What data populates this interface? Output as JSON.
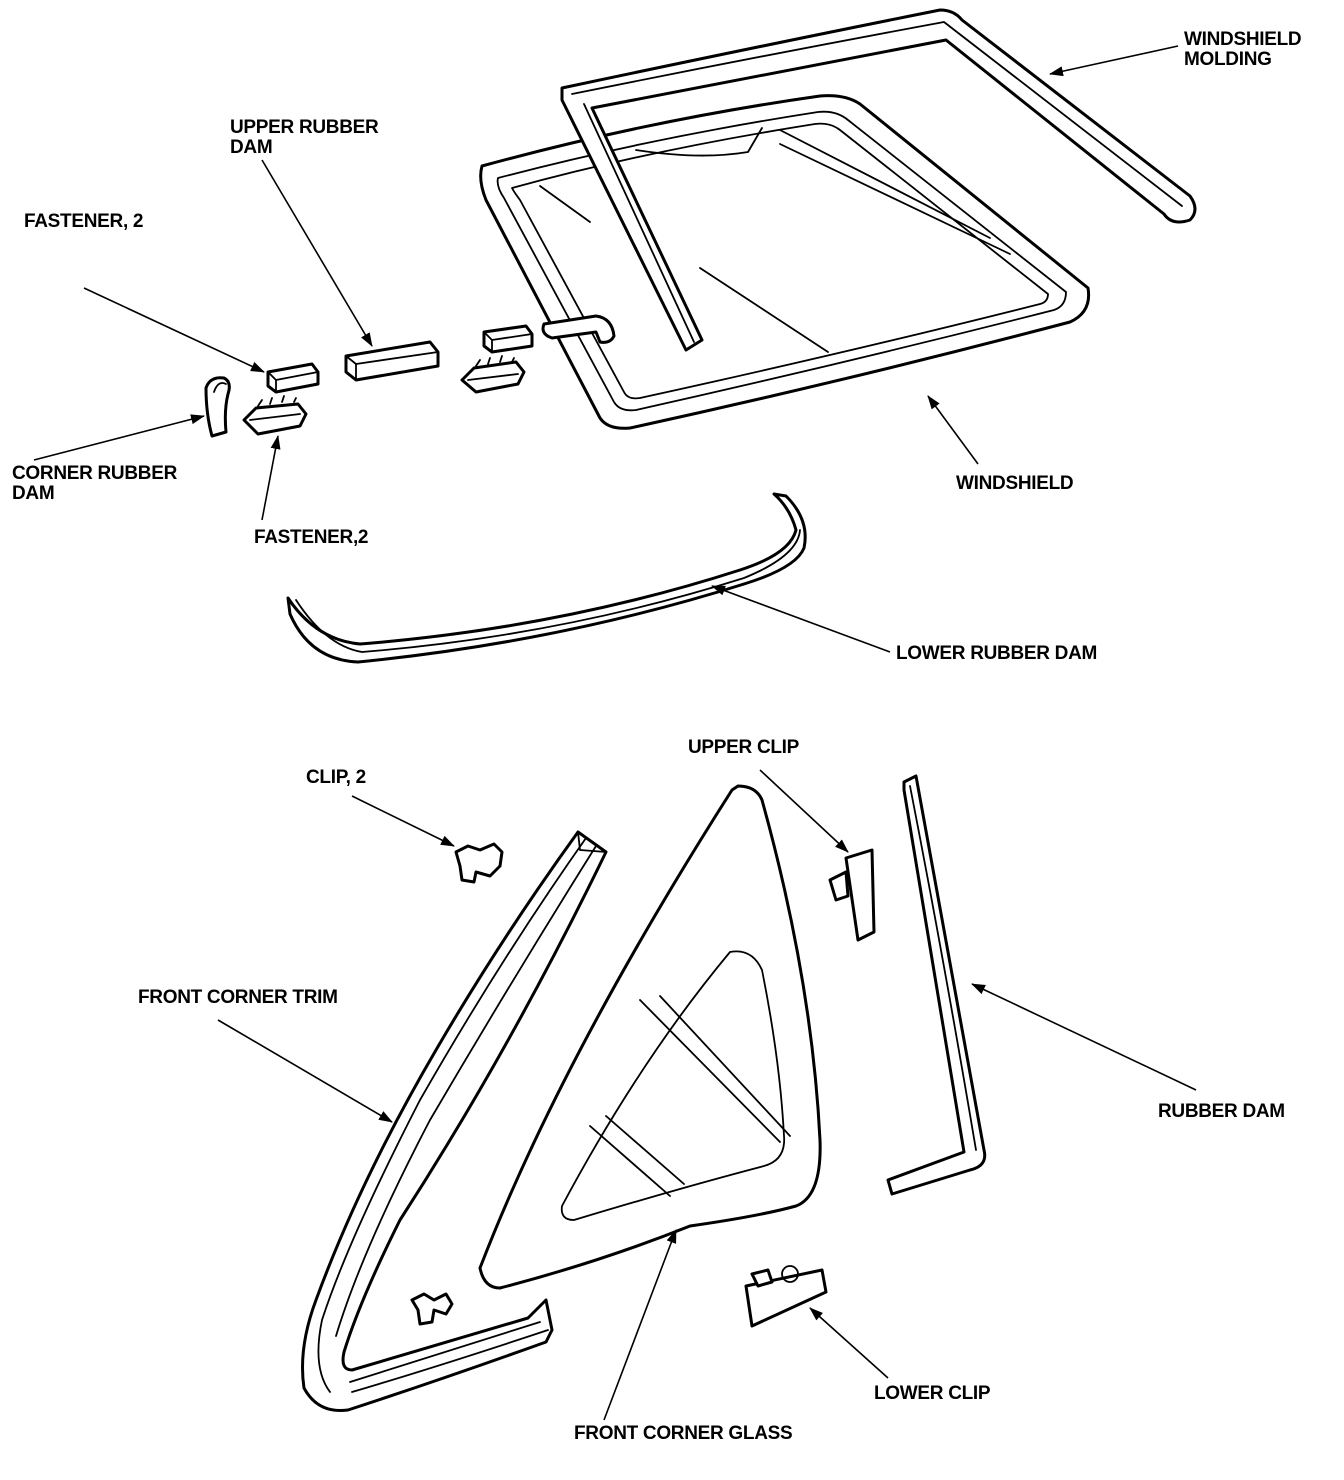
{
  "labels": {
    "windshield_molding": [
      "WINDSHIELD",
      "MOLDING"
    ],
    "upper_rubber_dam": [
      "UPPER RUBBER",
      "DAM"
    ],
    "fastener_top": "FASTENER, 2",
    "corner_rubber_dam": [
      "CORNER RUBBER",
      "DAM"
    ],
    "fastener_bottom": "FASTENER,2",
    "windshield": "WINDSHIELD",
    "lower_rubber_dam": "LOWER RUBBER DAM",
    "upper_clip": "UPPER CLIP",
    "clip": "CLIP, 2",
    "front_corner_trim": "FRONT CORNER TRIM",
    "rubber_dam": "RUBBER DAM",
    "lower_clip": "LOWER CLIP",
    "front_corner_glass": "FRONT CORNER GLASS"
  }
}
